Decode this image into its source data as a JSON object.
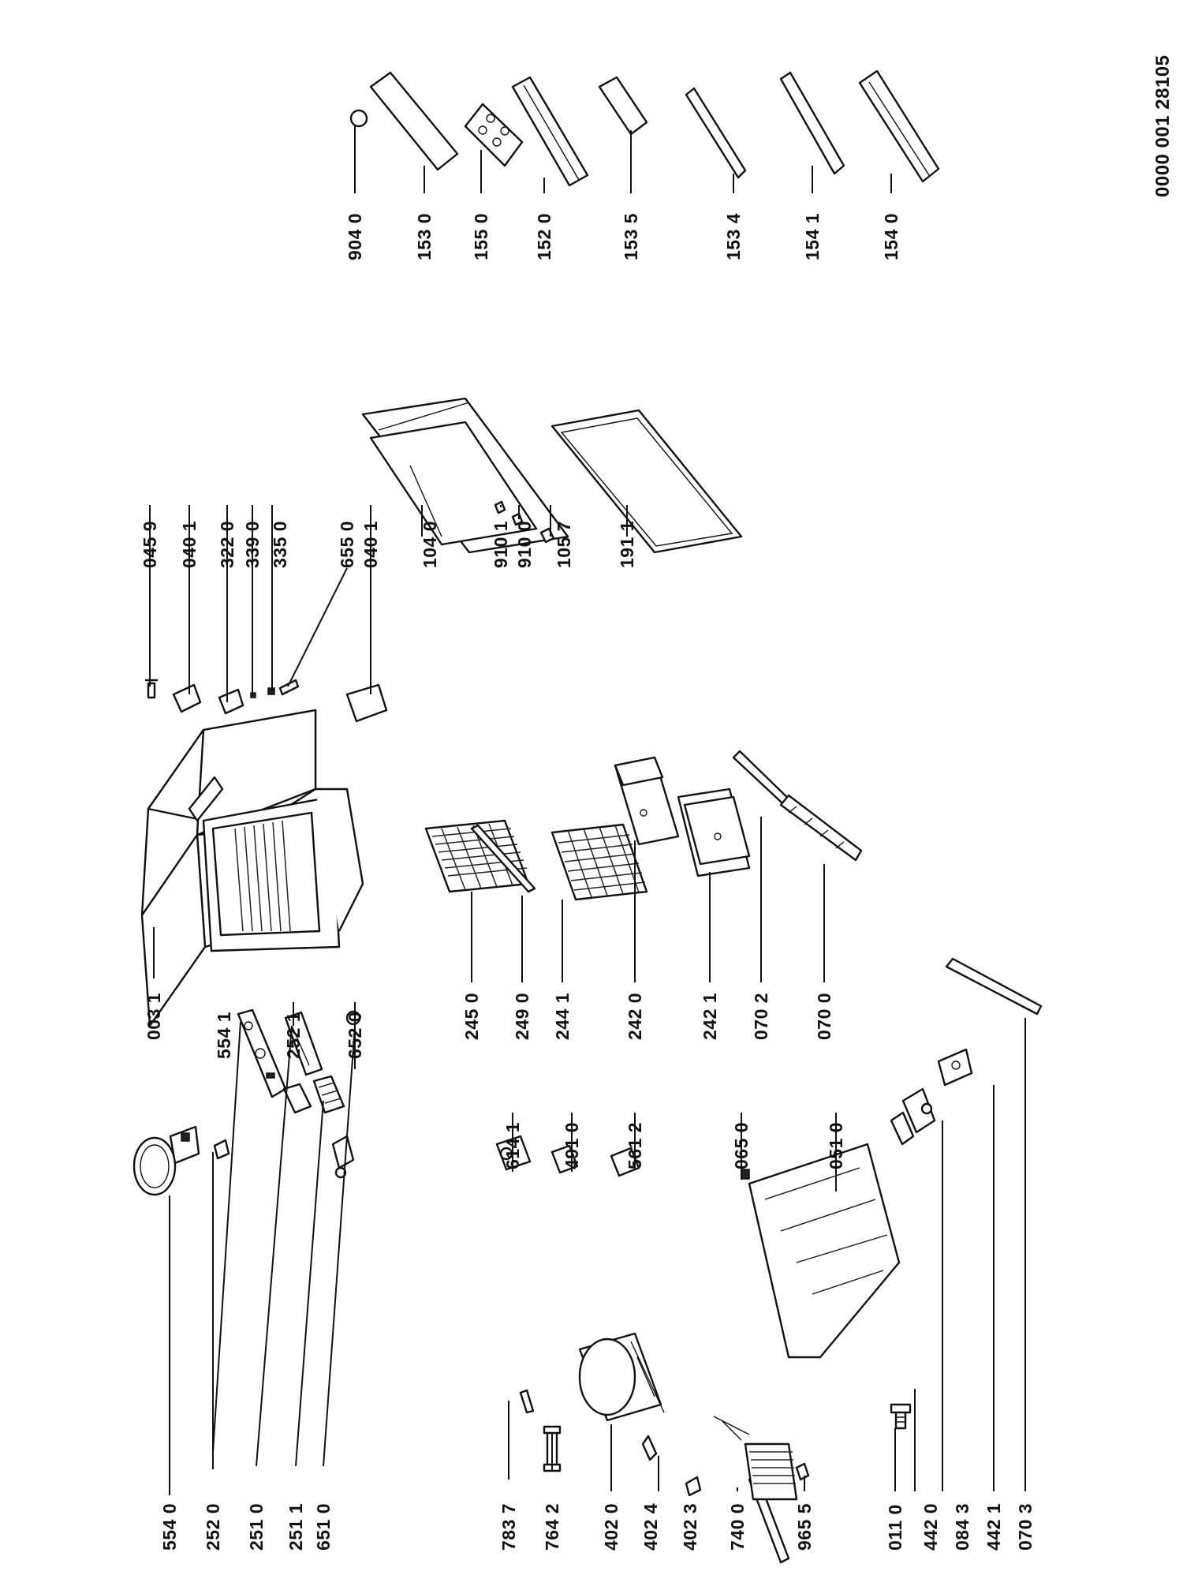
{
  "document_number": "0000 001 28105",
  "part_labels": [
    "554 0",
    "252 0",
    "251 0",
    "251 1",
    "651 0",
    "554 1",
    "252 1",
    "652 0",
    "783 7",
    "764 2",
    "402 0",
    "402 4",
    "402 3",
    "740 0",
    "965 5",
    "614 1",
    "491 0",
    "561 2",
    "065 0",
    "051 0",
    "011 0",
    "442 0",
    "084 3",
    "442 1",
    "070 3",
    "003 1",
    "245 0",
    "249 0",
    "244 1",
    "242 0",
    "242 1",
    "070 2",
    "070 0",
    "045 9",
    "040 1",
    "322 0",
    "339 0",
    "335 0",
    "655 0",
    "040 1",
    "104 0",
    "910 1",
    "910 0",
    "105 7",
    "191 1",
    "904 0",
    "153 0",
    "155 0",
    "152 0",
    "153 5",
    "153 4",
    "154 1",
    "154 0"
  ]
}
